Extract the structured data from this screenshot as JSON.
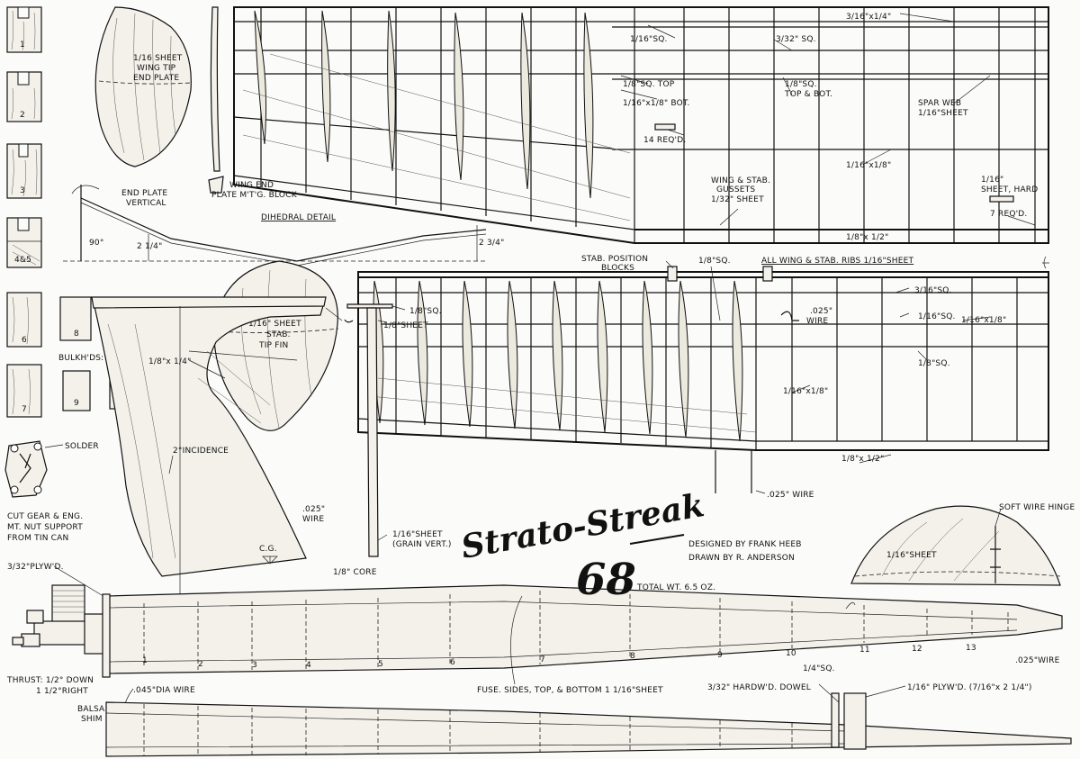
{
  "title": {
    "line1": "Strato-Streak",
    "line2": "68",
    "designed_by": "DESIGNED  BY  FRANK  HEEB",
    "drawn_by": "DRAWN  BY   R. ANDERSON",
    "total_weight": "TOTAL WT.  6.5 OZ."
  },
  "bulkheads": {
    "numbers": [
      "1",
      "2",
      "3",
      "4&5",
      "6",
      "7",
      "8",
      "9",
      "10",
      "11",
      "12",
      "13"
    ],
    "note": "BULKH'DS:  1/16\"SHEET"
  },
  "wing": {
    "tip_label": [
      "1/16 SHEET",
      "WING TIP",
      "END PLATE"
    ],
    "end_block": [
      "WING END",
      "PLATE M'T'G. BLOCK"
    ],
    "spar_top": "3/16\"x1/4\"",
    "sq_116": "1/16\"SQ.",
    "sq_332": "3/32\" SQ.",
    "sq_18_top": "1/8\"SQ. TOP",
    "strip_bot": "1/16\"x1/8\" BOT.",
    "sq_18_topbot": [
      "1/8\"SQ.",
      "TOP & BOT."
    ],
    "spar_web": [
      "SPAR WEB",
      "1/16\"SHEET"
    ],
    "req14": "14 REQ'D.",
    "strip_116x18": "1/16\"x1/8\"",
    "gussets": [
      "WING & STAB.",
      "GUSSETS",
      "1/32\" SHEET"
    ],
    "hard_sheet": [
      "1/16\"",
      "SHEET, HARD"
    ],
    "req7": "7 REQ'D.",
    "te": "1/8\"x 1/2\""
  },
  "dihedral": {
    "end_plate": [
      "END PLATE",
      "VERTICAL"
    ],
    "title": "DIHEDRAL  DETAIL",
    "angle": "90°",
    "h1": "2 1/4\"",
    "h2": "2 3/4\""
  },
  "stab": {
    "tip_label": [
      "1/16\" SHEET",
      "STAB.",
      "TIP FIN"
    ],
    "pos_blocks": [
      "STAB. POSITION",
      "BLOCKS"
    ],
    "sq18": "1/8\"SQ.",
    "ribs_note": "ALL  WING & STAB. RIBS  1/16\"SHEET",
    "sq316": "3/16\"SQ.",
    "sq116": "1/16\"SQ.",
    "strip": "1/16\"x1/8\"",
    "wire025": [
      ".025\"",
      "WIRE"
    ],
    "sq18b": "1/8\"SQ.",
    "strip2": "1/16\"x1/8\"",
    "te": "1/8\"x 1/2\"",
    "wire_bottom": ".025\" WIRE"
  },
  "fuselage": {
    "solder": "SOLDER",
    "gear_note": [
      "CUT GEAR & ENG.",
      "MT. NUT SUPPORT",
      "FROM TIN CAN"
    ],
    "plywood": "3/32\"PLYW'D.",
    "incidence": "2°INCIDENCE",
    "pylon_strip": "1/8\"x 1/4\"",
    "wire025": [
      ".025\"",
      "WIRE"
    ],
    "sq18": "1/8\"SQ.",
    "sheet18": "1/8\"SHEET",
    "sheet116": [
      "1/16\"SHEET",
      "(GRAIN VERT.)"
    ],
    "core": "1/8\" CORE",
    "cg": "C.G.",
    "stations": [
      "1",
      "2",
      "3",
      "4",
      "5",
      "6",
      "7",
      "8",
      "9",
      "10",
      "11",
      "12",
      "13"
    ],
    "thrust": [
      "THRUST:  1/2° DOWN",
      "1 1/2°RIGHT"
    ],
    "wire045": ".045\"DIA WIRE",
    "balsa_shim": [
      "BALSA",
      "SHIM"
    ],
    "skin": "FUSE. SIDES, TOP, & BOTTOM  1 1/16\"SHEET",
    "dowel": "3/32\" HARDW'D. DOWEL",
    "sq14": "1/4\"SQ.",
    "ply116": "1/16\" PLYW'D. (7/16\"x 2 1/4\")",
    "wire_tail": ".025\"WIRE"
  },
  "rudder": {
    "hinge": "SOFT WIRE HINGE",
    "sheet": "1/16\"SHEET"
  }
}
